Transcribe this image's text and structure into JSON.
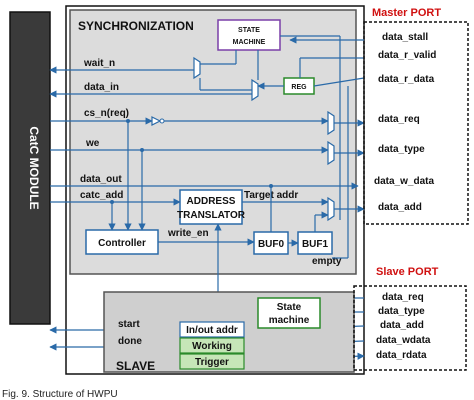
{
  "module": {
    "label": "CatC MODULE"
  },
  "sync": {
    "title": "SYNCHRONIZATION",
    "state_machine": "STATE MACHINE",
    "reg": "REG",
    "address_translator": "ADDRESS TRANSLATOR",
    "controller": "Controller",
    "buf0": "BUF0",
    "buf1": "BUF1",
    "target_addr": "Target addr",
    "write_en": "write_en",
    "empty": "empty"
  },
  "signals": {
    "wait_n": "wait_n",
    "data_in": "data_in",
    "cs_n": "cs_n(req)",
    "we": "we",
    "data_out": "data_out",
    "catc_add": "catc_add",
    "start": "start",
    "done": "done"
  },
  "master_port": {
    "title": "Master PORT",
    "signals": [
      "data_stall",
      "data_r_valid",
      "data_r_data",
      "data_req",
      "data_type",
      "data_w_data",
      "data_add"
    ]
  },
  "slave": {
    "title": "SLAVE",
    "state_machine": "State machine",
    "inout_addr": "In/out addr",
    "working": "Working",
    "trigger": "Trigger"
  },
  "slave_port": {
    "title": "Slave PORT",
    "signals": [
      "data_req",
      "data_type",
      "data_add",
      "data_wdata",
      "data_rdata"
    ]
  },
  "caption": "Fig. 9. Structure of HWPU"
}
